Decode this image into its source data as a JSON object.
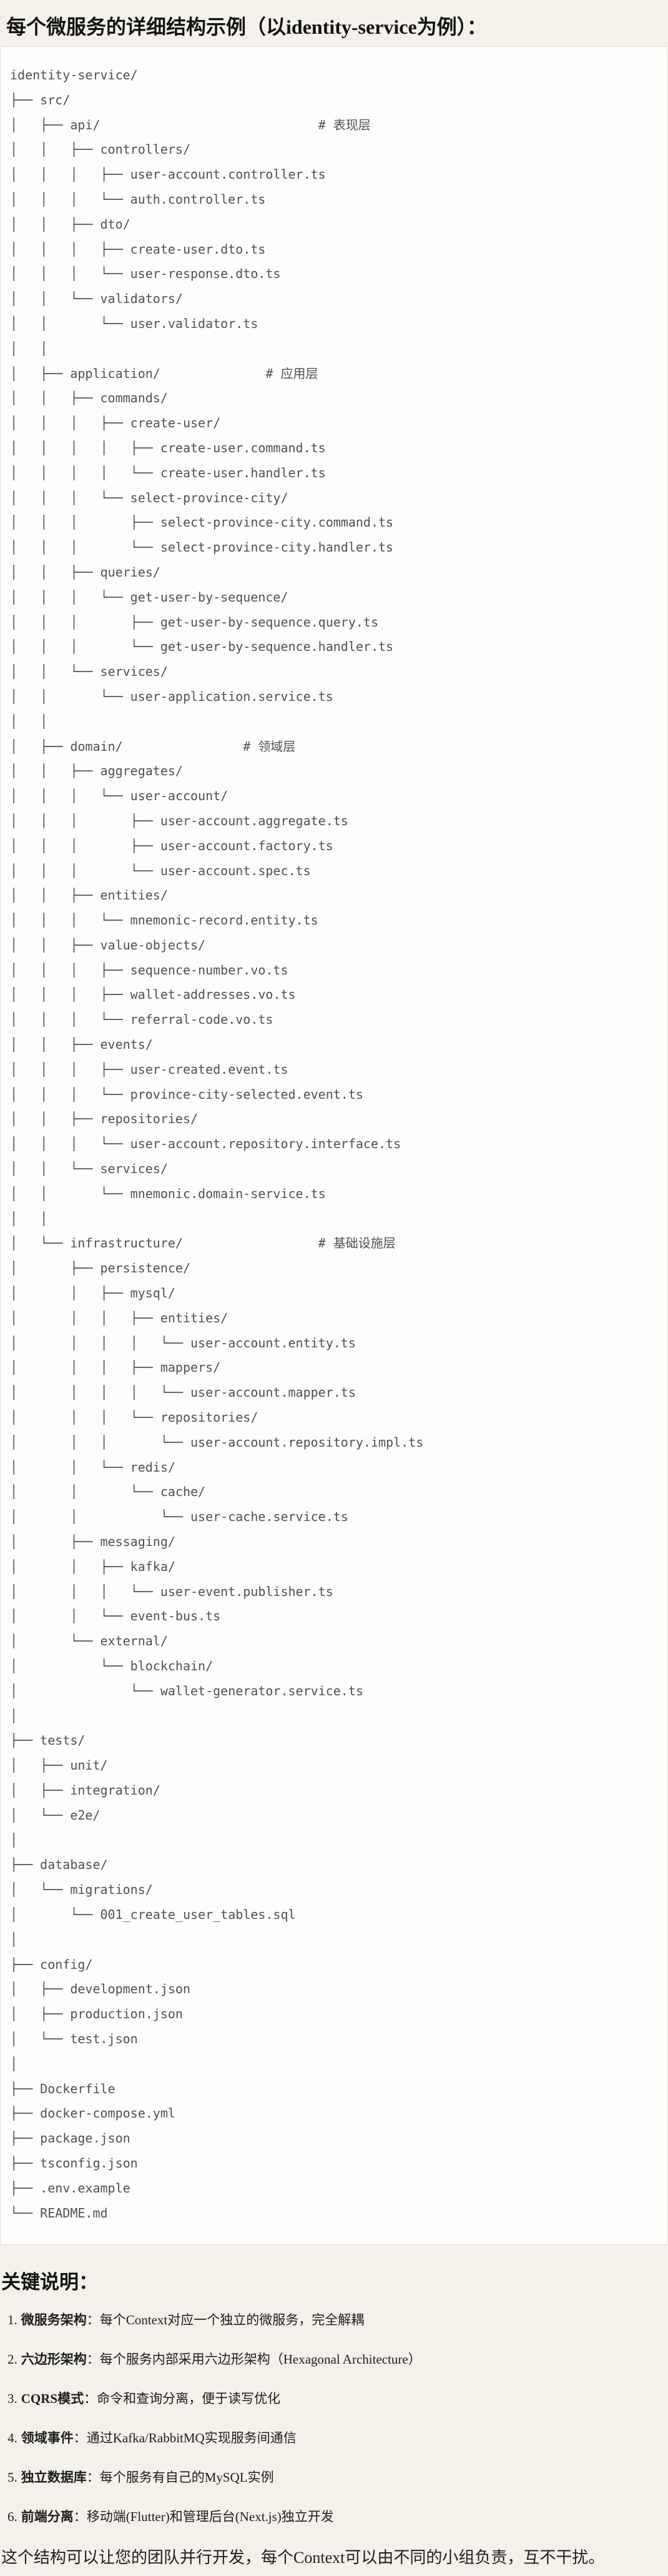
{
  "page": {
    "title": "每个微服务的详细结构示例（以identity-service为例）：",
    "notes_heading": "关键说明：",
    "footer": "这个结构可以让您的团队并行开发，每个Context可以由不同的小组负责，互不干扰。"
  },
  "tree": {
    "layer_comments": [
      "# 表现层",
      "# 应用层",
      "# 领域层",
      "# 基础设施层"
    ],
    "text": "identity-service/\n├── src/\n│   ├── api/                             # 表现层\n│   │   ├── controllers/\n│   │   │   ├── user-account.controller.ts\n│   │   │   └── auth.controller.ts\n│   │   ├── dto/\n│   │   │   ├── create-user.dto.ts\n│   │   │   └── user-response.dto.ts\n│   │   └── validators/\n│   │       └── user.validator.ts\n│   │\n│   ├── application/              # 应用层\n│   │   ├── commands/\n│   │   │   ├── create-user/\n│   │   │   │   ├── create-user.command.ts\n│   │   │   │   └── create-user.handler.ts\n│   │   │   └── select-province-city/\n│   │   │       ├── select-province-city.command.ts\n│   │   │       └── select-province-city.handler.ts\n│   │   ├── queries/\n│   │   │   └── get-user-by-sequence/\n│   │   │       ├── get-user-by-sequence.query.ts\n│   │   │       └── get-user-by-sequence.handler.ts\n│   │   └── services/\n│   │       └── user-application.service.ts\n│   │\n│   ├── domain/                # 领域层\n│   │   ├── aggregates/\n│   │   │   └── user-account/\n│   │   │       ├── user-account.aggregate.ts\n│   │   │       ├── user-account.factory.ts\n│   │   │       └── user-account.spec.ts\n│   │   ├── entities/\n│   │   │   └── mnemonic-record.entity.ts\n│   │   ├── value-objects/\n│   │   │   ├── sequence-number.vo.ts\n│   │   │   ├── wallet-addresses.vo.ts\n│   │   │   └── referral-code.vo.ts\n│   │   ├── events/\n│   │   │   ├── user-created.event.ts\n│   │   │   └── province-city-selected.event.ts\n│   │   ├── repositories/\n│   │   │   └── user-account.repository.interface.ts\n│   │   └── services/\n│   │       └── mnemonic.domain-service.ts\n│   │\n│   └── infrastructure/                  # 基础设施层\n│       ├── persistence/\n│       │   ├── mysql/\n│       │   │   ├── entities/\n│       │   │   │   └── user-account.entity.ts\n│       │   │   ├── mappers/\n│       │   │   │   └── user-account.mapper.ts\n│       │   │   └── repositories/\n│       │   │       └── user-account.repository.impl.ts\n│       │   └── redis/\n│       │       └── cache/\n│       │           └── user-cache.service.ts\n│       ├── messaging/\n│       │   ├── kafka/\n│       │   │   └── user-event.publisher.ts\n│       │   └── event-bus.ts\n│       └── external/\n│           └── blockchain/\n│               └── wallet-generator.service.ts\n│\n├── tests/\n│   ├── unit/\n│   ├── integration/\n│   └── e2e/\n│\n├── database/\n│   └── migrations/\n│       └── 001_create_user_tables.sql\n│\n├── config/\n│   ├── development.json\n│   ├── production.json\n│   └── test.json\n│\n├── Dockerfile\n├── docker-compose.yml\n├── package.json\n├── tsconfig.json\n├── .env.example\n└── README.md"
  },
  "notes": {
    "items": [
      {
        "num": "1.",
        "label": "微服务架构",
        "text": "：每个Context对应一个独立的微服务，完全解耦"
      },
      {
        "num": "2.",
        "label": "六边形架构",
        "text": "：每个服务内部采用六边形架构（Hexagonal Architecture）"
      },
      {
        "num": "3.",
        "label": "CQRS模式",
        "text": "：命令和查询分离，便于读写优化"
      },
      {
        "num": "4.",
        "label": "领域事件",
        "text": "：通过Kafka/RabbitMQ实现服务间通信"
      },
      {
        "num": "5.",
        "label": "独立数据库",
        "text": "：每个服务有自己的MySQL实例"
      },
      {
        "num": "6.",
        "label": "前端分离",
        "text": "：移动端(Flutter)和管理后台(Next.js)独立开发"
      }
    ]
  }
}
